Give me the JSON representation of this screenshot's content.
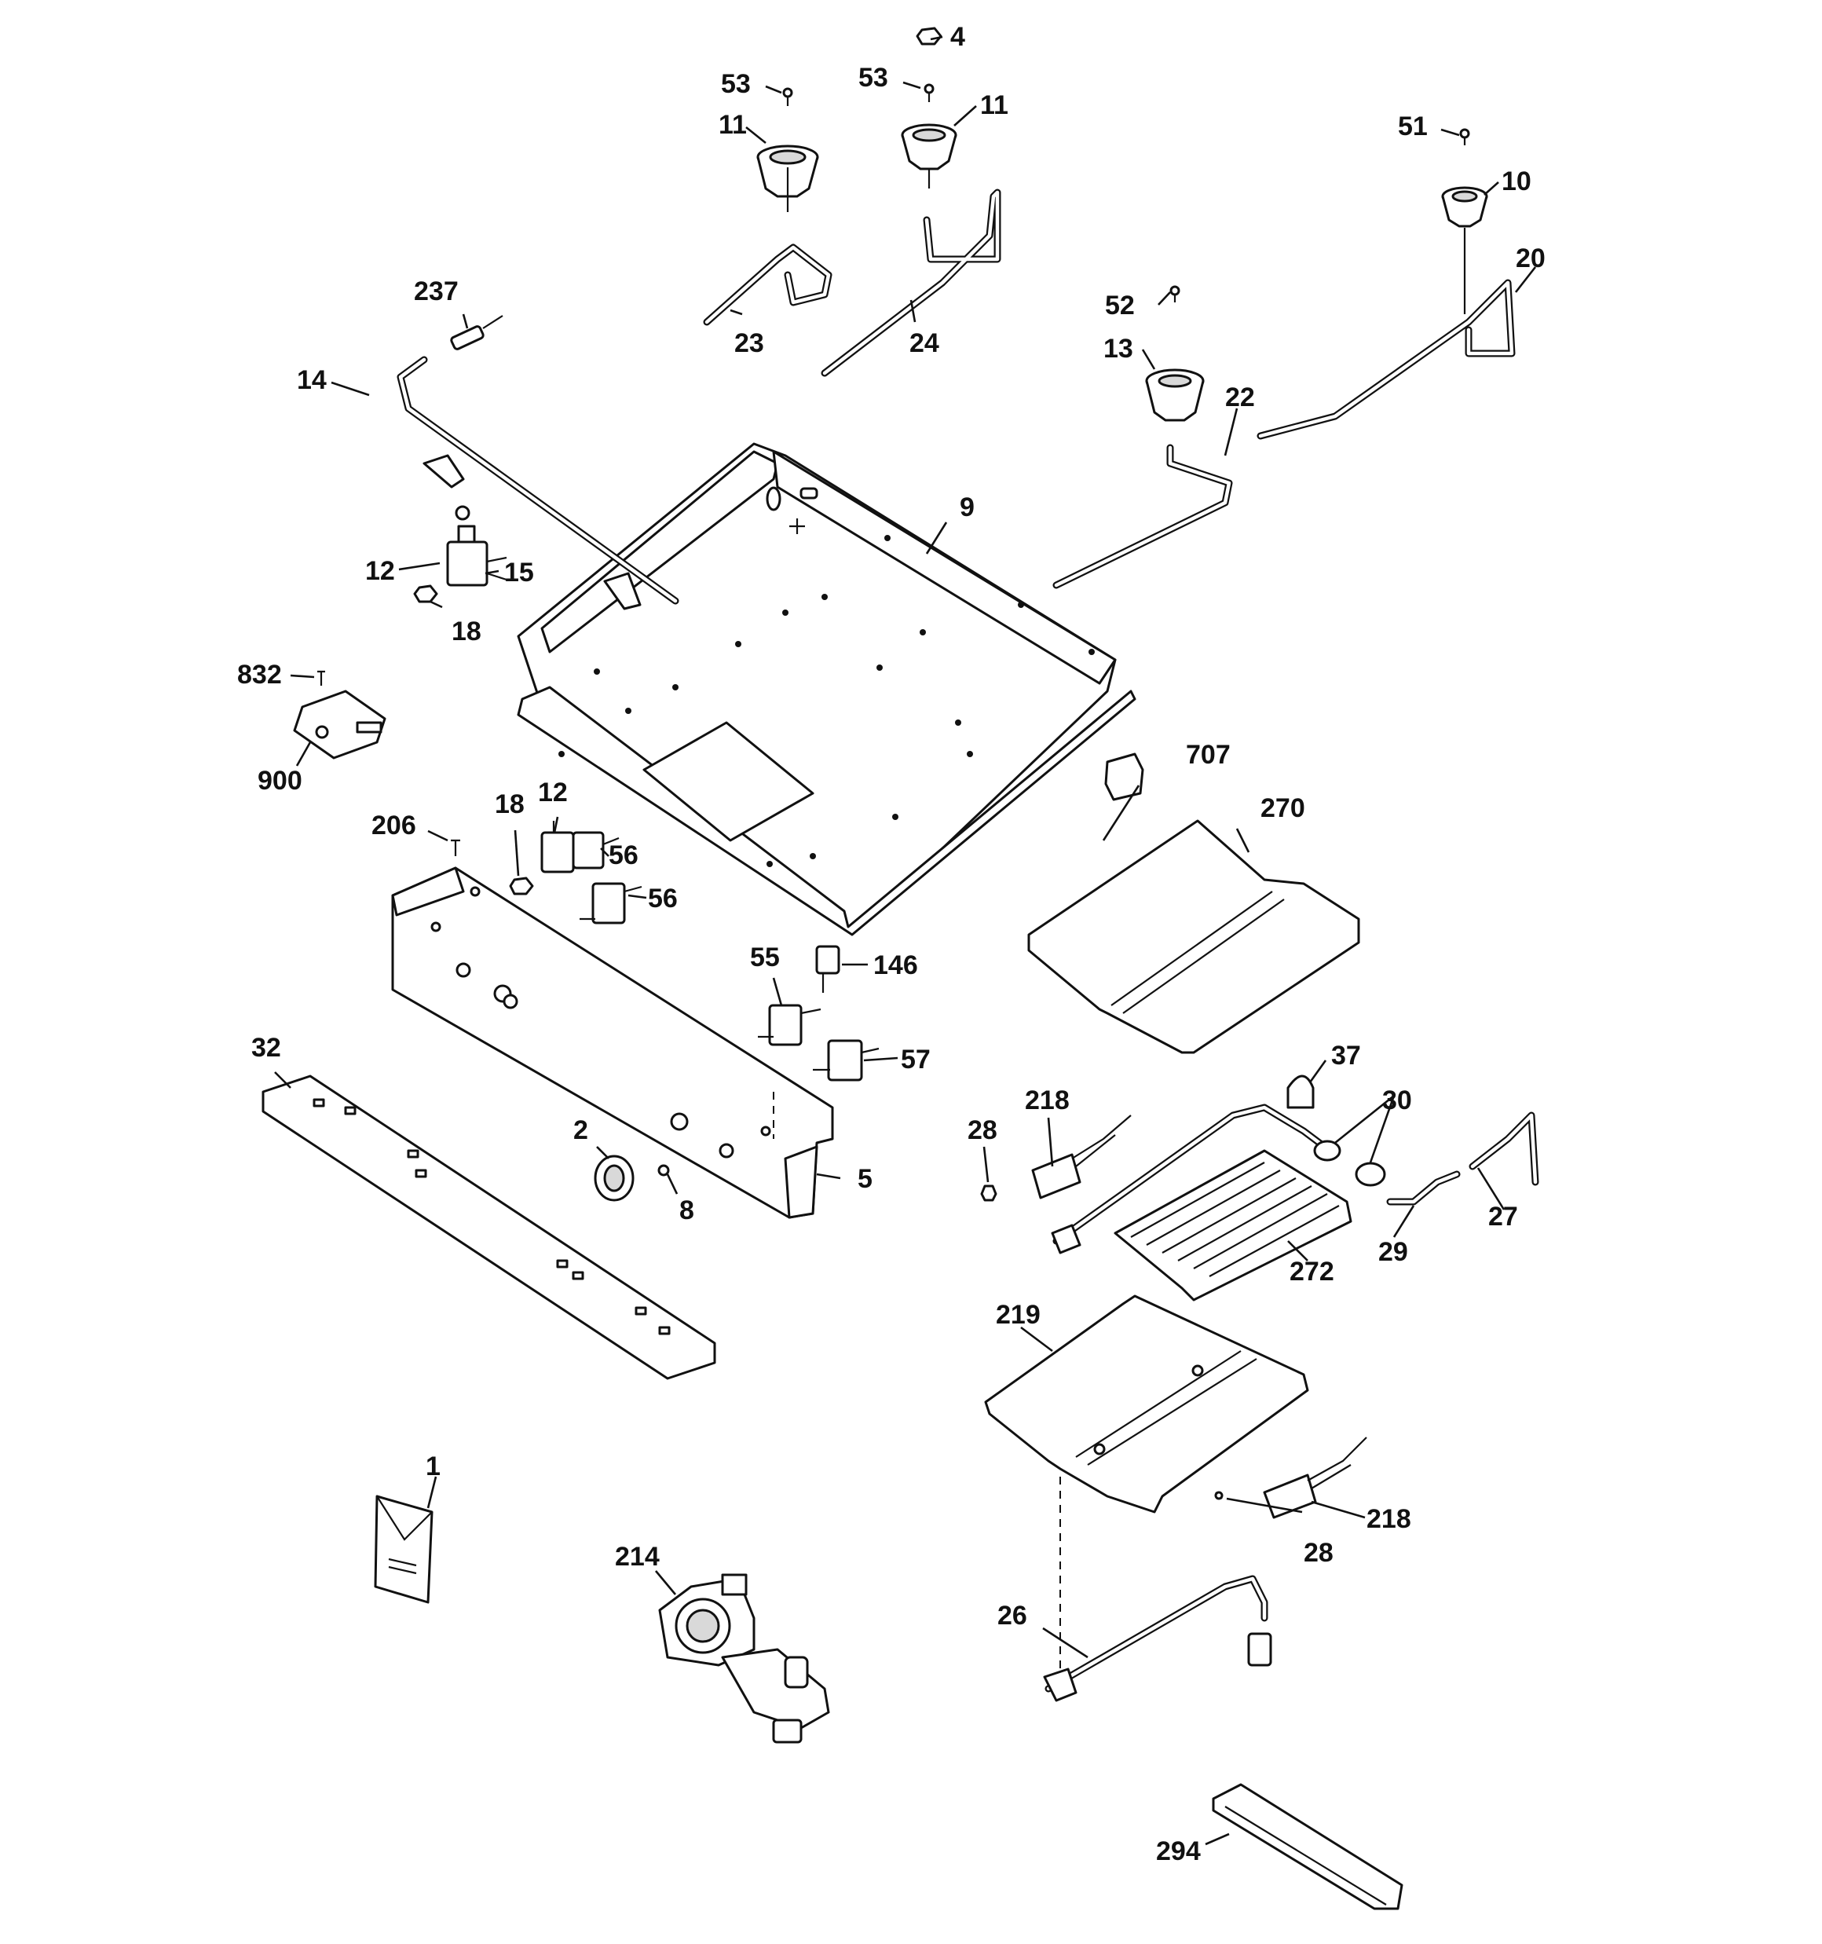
{
  "diagram": {
    "callouts": [
      {
        "id": "c1",
        "text": "1"
      },
      {
        "id": "c2",
        "text": "2"
      },
      {
        "id": "c4",
        "text": "4"
      },
      {
        "id": "c5",
        "text": "5"
      },
      {
        "id": "c8",
        "text": "8"
      },
      {
        "id": "c9",
        "text": "9"
      },
      {
        "id": "c10",
        "text": "10"
      },
      {
        "id": "c11a",
        "text": "11"
      },
      {
        "id": "c11b",
        "text": "11"
      },
      {
        "id": "c12a",
        "text": "12"
      },
      {
        "id": "c12b",
        "text": "12"
      },
      {
        "id": "c13",
        "text": "13"
      },
      {
        "id": "c14",
        "text": "14"
      },
      {
        "id": "c15",
        "text": "15"
      },
      {
        "id": "c18a",
        "text": "18"
      },
      {
        "id": "c18b",
        "text": "18"
      },
      {
        "id": "c20",
        "text": "20"
      },
      {
        "id": "c22",
        "text": "22"
      },
      {
        "id": "c23",
        "text": "23"
      },
      {
        "id": "c24",
        "text": "24"
      },
      {
        "id": "c26",
        "text": "26"
      },
      {
        "id": "c27",
        "text": "27"
      },
      {
        "id": "c28a",
        "text": "28"
      },
      {
        "id": "c28b",
        "text": "28"
      },
      {
        "id": "c29",
        "text": "29"
      },
      {
        "id": "c30",
        "text": "30"
      },
      {
        "id": "c32",
        "text": "32"
      },
      {
        "id": "c37",
        "text": "37"
      },
      {
        "id": "c51",
        "text": "51"
      },
      {
        "id": "c52",
        "text": "52"
      },
      {
        "id": "c53a",
        "text": "53"
      },
      {
        "id": "c53b",
        "text": "53"
      },
      {
        "id": "c55",
        "text": "55"
      },
      {
        "id": "c56a",
        "text": "56"
      },
      {
        "id": "c56b",
        "text": "56"
      },
      {
        "id": "c57",
        "text": "57"
      },
      {
        "id": "c146",
        "text": "146"
      },
      {
        "id": "c206",
        "text": "206"
      },
      {
        "id": "c214",
        "text": "214"
      },
      {
        "id": "c218a",
        "text": "218"
      },
      {
        "id": "c218b",
        "text": "218"
      },
      {
        "id": "c219",
        "text": "219"
      },
      {
        "id": "c237",
        "text": "237"
      },
      {
        "id": "c270",
        "text": "270"
      },
      {
        "id": "c272",
        "text": "272"
      },
      {
        "id": "c294",
        "text": "294"
      },
      {
        "id": "c707",
        "text": "707"
      },
      {
        "id": "c832",
        "text": "832"
      },
      {
        "id": "c900",
        "text": "900"
      }
    ]
  },
  "colors": {
    "ink": "#111111",
    "background": "#ffffff",
    "shade": "#d9d9d9"
  }
}
